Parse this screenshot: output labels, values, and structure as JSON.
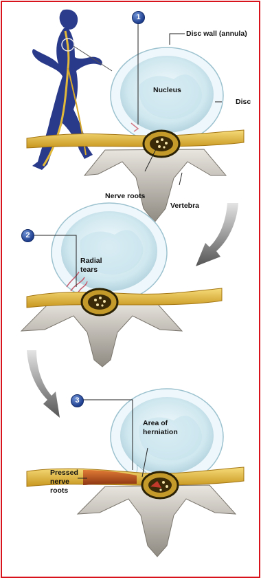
{
  "stage1": {
    "badge": "1",
    "labels": {
      "disc_wall": "Disc wall (annula)",
      "nucleus": "Nucleus",
      "disc": "Disc",
      "nerve_roots": "Nerve roots",
      "vertebra": "Vertebra"
    }
  },
  "stage2": {
    "badge": "2",
    "labels": {
      "radial_line1": "Radial",
      "radial_line2": "tears"
    }
  },
  "stage3": {
    "badge": "3",
    "labels": {
      "herniation_line1": "Area of",
      "herniation_line2": "herniation",
      "pressed_line1": "Pressed",
      "pressed_line2": "nerve",
      "pressed_line3": "roots"
    }
  },
  "colors": {
    "frame": "#d9131b",
    "disc_fill": "#d8ecf2",
    "disc_rim": "#eef7fb",
    "nerve": "#e3b93a",
    "nerve_pressed": "#c0501c",
    "bone": "#c9c4bb",
    "badge": "#2a4fa8"
  }
}
